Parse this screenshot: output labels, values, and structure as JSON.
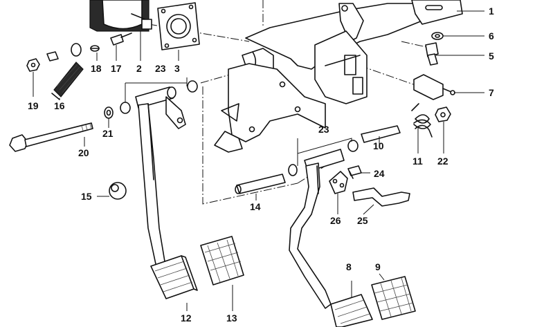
{
  "callouts": [
    {
      "id": "c1",
      "text": "1"
    },
    {
      "id": "c2",
      "text": "2"
    },
    {
      "id": "c3",
      "text": "3"
    },
    {
      "id": "c5",
      "text": "5"
    },
    {
      "id": "c6",
      "text": "6"
    },
    {
      "id": "c7",
      "text": "7"
    },
    {
      "id": "c8",
      "text": "8"
    },
    {
      "id": "c9",
      "text": "9"
    },
    {
      "id": "c10",
      "text": "10"
    },
    {
      "id": "c11",
      "text": "11"
    },
    {
      "id": "c12",
      "text": "12"
    },
    {
      "id": "c13",
      "text": "13"
    },
    {
      "id": "c14",
      "text": "14"
    },
    {
      "id": "c15",
      "text": "15"
    },
    {
      "id": "c16",
      "text": "16"
    },
    {
      "id": "c17",
      "text": "17"
    },
    {
      "id": "c18",
      "text": "18"
    },
    {
      "id": "c19",
      "text": "19"
    },
    {
      "id": "c20",
      "text": "20"
    },
    {
      "id": "c21",
      "text": "21"
    },
    {
      "id": "c22",
      "text": "22"
    },
    {
      "id": "c23a",
      "text": "23"
    },
    {
      "id": "c23b",
      "text": "23"
    },
    {
      "id": "c24",
      "text": "24"
    },
    {
      "id": "c25",
      "text": "25"
    },
    {
      "id": "c26",
      "text": "26"
    }
  ]
}
